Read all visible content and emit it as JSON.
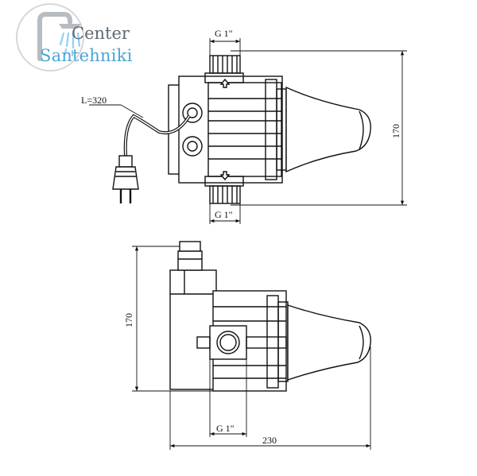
{
  "logo": {
    "line1": "Center",
    "line2": "Santehniki",
    "colors": {
      "gray": "#5f6a73",
      "blue": "#4aa4d6",
      "ring": "#d4d8dc"
    },
    "icon": "shower-faucet-icon"
  },
  "drawing": {
    "top_view": {
      "thread_top": "G 1\"",
      "thread_bottom": "G 1\"",
      "cable_length": "L=320",
      "height_dim": "170"
    },
    "side_view": {
      "height_dim": "170",
      "thread": "G 1\"",
      "width_dim": "230"
    }
  }
}
